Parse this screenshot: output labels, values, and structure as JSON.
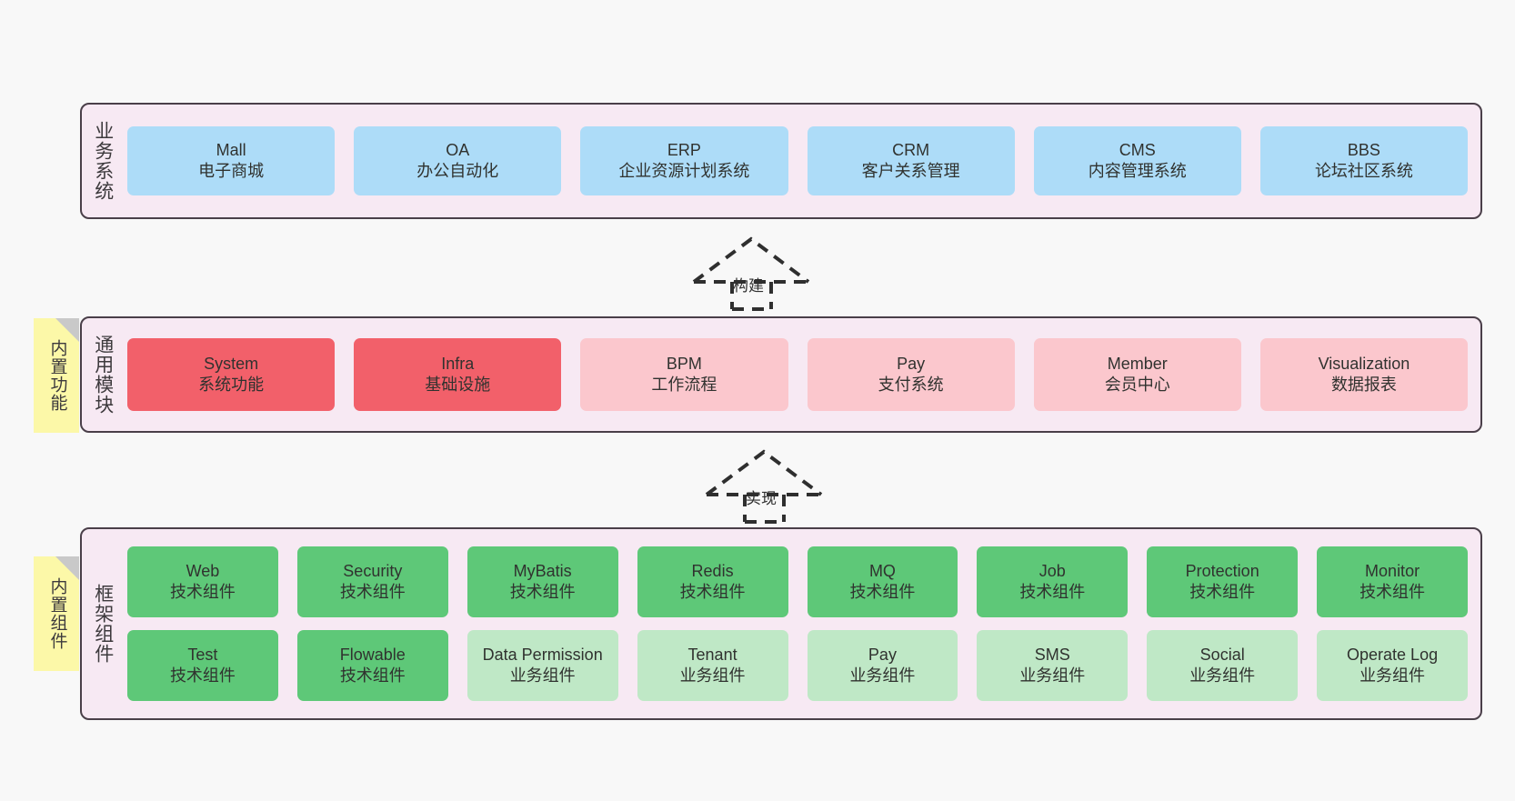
{
  "diagram": {
    "title": "系统架构分层图",
    "colors": {
      "canvas_bg": "#f8f8f8",
      "layer_bg": "#f7e9f3",
      "layer_border": "#4a3f49",
      "blue_card": "#addcf8",
      "red_card": "#f2606a",
      "pink_card": "#fbc7cd",
      "green_card": "#5ec878",
      "light_green_card": "#bfe8c6",
      "note_bg": "#fcf8a8",
      "note_fold": "#c9c9c9",
      "text": "#30322f"
    }
  },
  "layers": [
    {
      "id": "business",
      "title": "业务系统",
      "rows": [
        [
          {
            "name": "Mall",
            "sub": "电子商城",
            "color": "#addcf8"
          },
          {
            "name": "OA",
            "sub": "办公自动化",
            "color": "#addcf8"
          },
          {
            "name": "ERP",
            "sub": "企业资源计划系统",
            "color": "#addcf8"
          },
          {
            "name": "CRM",
            "sub": "客户关系管理",
            "color": "#addcf8"
          },
          {
            "name": "CMS",
            "sub": "内容管理系统",
            "color": "#addcf8"
          },
          {
            "name": "BBS",
            "sub": "论坛社区系统",
            "color": "#addcf8"
          }
        ]
      ]
    },
    {
      "id": "modules",
      "title": "通用模块",
      "note": "内置功能",
      "rows": [
        [
          {
            "name": "System",
            "sub": "系统功能",
            "color": "#f2606a"
          },
          {
            "name": "Infra",
            "sub": "基础设施",
            "color": "#f2606a"
          },
          {
            "name": "BPM",
            "sub": "工作流程",
            "color": "#fbc7cd"
          },
          {
            "name": "Pay",
            "sub": "支付系统",
            "color": "#fbc7cd"
          },
          {
            "name": "Member",
            "sub": "会员中心",
            "color": "#fbc7cd"
          },
          {
            "name": "Visualization",
            "sub": "数据报表",
            "color": "#fbc7cd"
          }
        ]
      ]
    },
    {
      "id": "framework",
      "title": "框架组件",
      "note": "内置组件",
      "rows": [
        [
          {
            "name": "Web",
            "sub": "技术组件",
            "color": "#5ec878"
          },
          {
            "name": "Security",
            "sub": "技术组件",
            "color": "#5ec878"
          },
          {
            "name": "MyBatis",
            "sub": "技术组件",
            "color": "#5ec878"
          },
          {
            "name": "Redis",
            "sub": "技术组件",
            "color": "#5ec878"
          },
          {
            "name": "MQ",
            "sub": "技术组件",
            "color": "#5ec878"
          },
          {
            "name": "Job",
            "sub": "技术组件",
            "color": "#5ec878"
          },
          {
            "name": "Protection",
            "sub": "技术组件",
            "color": "#5ec878"
          },
          {
            "name": "Monitor",
            "sub": "技术组件",
            "color": "#5ec878"
          }
        ],
        [
          {
            "name": "Test",
            "sub": "技术组件",
            "color": "#5ec878"
          },
          {
            "name": "Flowable",
            "sub": "技术组件",
            "color": "#5ec878"
          },
          {
            "name": "Data Permission",
            "sub": "业务组件",
            "color": "#bfe8c6"
          },
          {
            "name": "Tenant",
            "sub": "业务组件",
            "color": "#bfe8c6"
          },
          {
            "name": "Pay",
            "sub": "业务组件",
            "color": "#bfe8c6"
          },
          {
            "name": "SMS",
            "sub": "业务组件",
            "color": "#bfe8c6"
          },
          {
            "name": "Social",
            "sub": "业务组件",
            "color": "#bfe8c6"
          },
          {
            "name": "Operate Log",
            "sub": "业务组件",
            "color": "#bfe8c6"
          }
        ]
      ]
    }
  ],
  "connectors": [
    {
      "id": "build",
      "label": "构建"
    },
    {
      "id": "implement",
      "label": "实现"
    }
  ]
}
